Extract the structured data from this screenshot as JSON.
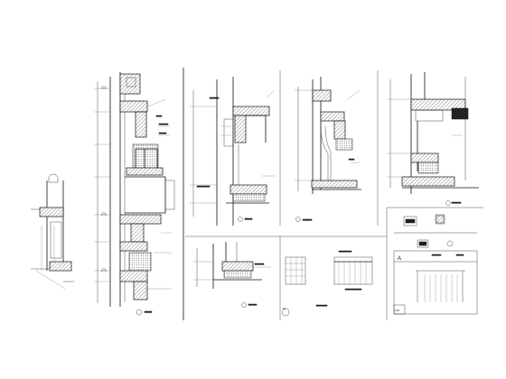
{
  "sheet": {
    "panel_a_corner_letter": "A",
    "detail_numbers": [
      "23",
      "1/30"
    ],
    "colors": {
      "ink": "#111111",
      "paper": "#ffffff"
    }
  }
}
